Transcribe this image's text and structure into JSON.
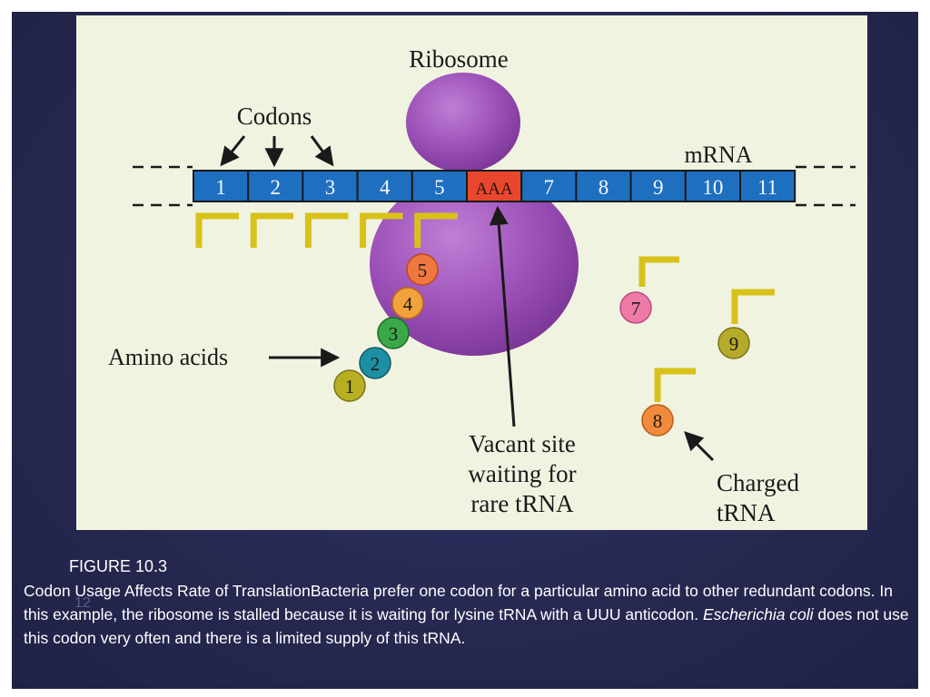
{
  "figure": {
    "title_ribosome": "Ribosome",
    "label_codons": "Codons",
    "label_mrna": "mRNA",
    "label_amino_acids": "Amino acids",
    "label_vacant_line1": "Vacant site",
    "label_vacant_line2": "waiting for",
    "label_vacant_line3": "rare tRNA",
    "label_charged_line1": "Charged",
    "label_charged_line2": "tRNA",
    "codons": [
      "1",
      "2",
      "3",
      "4",
      "5",
      "AAA",
      "7",
      "8",
      "9",
      "10",
      "11"
    ],
    "amino_acids": [
      "1",
      "2",
      "3",
      "4",
      "5"
    ],
    "free_trna": [
      "7",
      "8",
      "9"
    ]
  },
  "colors": {
    "slide_bg": "#262850",
    "panel_bg": "#f1f3e1",
    "mrna_blue": "#1e6fc0",
    "codon_highlight": "#e8472e",
    "ribosome": "#9a4fb6",
    "trna_yellow": "#d8c21a"
  },
  "caption": {
    "figure_label": "FIGURE 10.3",
    "slide_number": "12",
    "text_part1": "Codon Usage Affects Rate of TranslationBacteria prefer one codon for a particular amino acid to other redundant codons. In this example, the ribosome is stalled because it is waiting for lysine tRNA with a UUU anticodon. ",
    "text_italic": "Escherichia coli",
    "text_part2": " does not use this codon very often and there is a limited supply of this tRNA."
  }
}
